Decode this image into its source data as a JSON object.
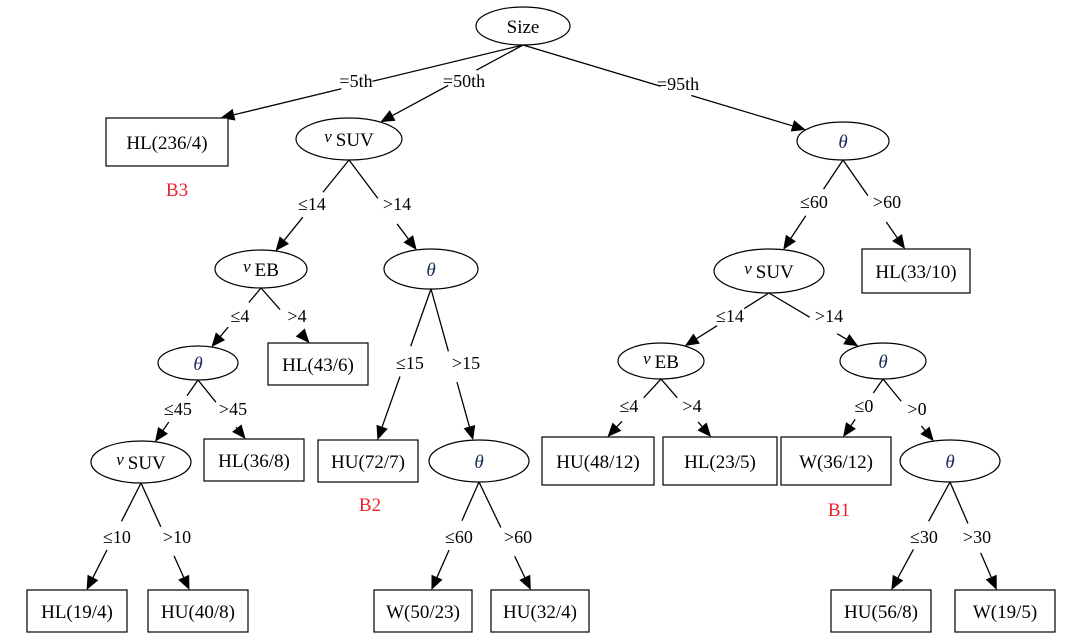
{
  "title": "Decision tree",
  "colors": {
    "annotation": "#e8262b",
    "line": "#000000"
  },
  "nodes": [
    {
      "id": "root",
      "type": "decision",
      "label": "Size"
    },
    {
      "id": "n5",
      "type": "leaf",
      "label": "HL(236/4)"
    },
    {
      "id": "n50",
      "type": "decision",
      "prefix": "v",
      "label": "SUV"
    },
    {
      "id": "n95",
      "type": "decision",
      "label": "θ",
      "italic": true
    },
    {
      "id": "a1",
      "type": "decision",
      "prefix": "v",
      "label": "EB"
    },
    {
      "id": "a2",
      "type": "decision",
      "label": "θ",
      "italic": true
    },
    {
      "id": "a1a",
      "type": "decision",
      "label": "θ",
      "italic": true
    },
    {
      "id": "a1b",
      "type": "leaf",
      "label": "HL(43/6)"
    },
    {
      "id": "a1aa",
      "type": "decision",
      "prefix": "v",
      "label": "SUV"
    },
    {
      "id": "a1ab",
      "type": "leaf",
      "label": "HL(36/8)"
    },
    {
      "id": "a1aaa",
      "type": "leaf",
      "label": "HL(19/4)"
    },
    {
      "id": "a1aab",
      "type": "leaf",
      "label": "HU(40/8)"
    },
    {
      "id": "a2a",
      "type": "leaf",
      "label": "HU(72/7)"
    },
    {
      "id": "a2b",
      "type": "decision",
      "label": "θ",
      "italic": true
    },
    {
      "id": "a2ba",
      "type": "leaf",
      "label": "W(50/23)"
    },
    {
      "id": "a2bb",
      "type": "leaf",
      "label": "HU(32/4)"
    },
    {
      "id": "b1",
      "type": "decision",
      "prefix": "v",
      "label": "SUV"
    },
    {
      "id": "b2",
      "type": "leaf",
      "label": "HL(33/10)"
    },
    {
      "id": "b1a",
      "type": "decision",
      "prefix": "v",
      "label": "EB"
    },
    {
      "id": "b1b",
      "type": "decision",
      "label": "θ",
      "italic": true
    },
    {
      "id": "b1aa",
      "type": "leaf",
      "label": "HU(48/12)"
    },
    {
      "id": "b1ab",
      "type": "leaf",
      "label": "HL(23/5)"
    },
    {
      "id": "b1ba",
      "type": "leaf",
      "label": "W(36/12)"
    },
    {
      "id": "b1bb",
      "type": "decision",
      "label": "θ",
      "italic": true
    },
    {
      "id": "b1bba",
      "type": "leaf",
      "label": "HU(56/8)"
    },
    {
      "id": "b1bbb",
      "type": "leaf",
      "label": "W(19/5)"
    }
  ],
  "edges": [
    {
      "from": "root",
      "to": "n5",
      "label": "=5th"
    },
    {
      "from": "root",
      "to": "n50",
      "label": "=50th"
    },
    {
      "from": "root",
      "to": "n95",
      "label": "=95th"
    },
    {
      "from": "n50",
      "to": "a1",
      "label": "≤14"
    },
    {
      "from": "n50",
      "to": "a2",
      "label": ">14"
    },
    {
      "from": "a1",
      "to": "a1a",
      "label": "≤4"
    },
    {
      "from": "a1",
      "to": "a1b",
      "label": ">4"
    },
    {
      "from": "a1a",
      "to": "a1aa",
      "label": "≤45"
    },
    {
      "from": "a1a",
      "to": "a1ab",
      "label": ">45"
    },
    {
      "from": "a1aa",
      "to": "a1aaa",
      "label": "≤10"
    },
    {
      "from": "a1aa",
      "to": "a1aab",
      "label": ">10"
    },
    {
      "from": "a2",
      "to": "a2a",
      "label": "≤15"
    },
    {
      "from": "a2",
      "to": "a2b",
      "label": ">15"
    },
    {
      "from": "a2b",
      "to": "a2ba",
      "label": "≤60"
    },
    {
      "from": "a2b",
      "to": "a2bb",
      "label": ">60"
    },
    {
      "from": "n95",
      "to": "b1",
      "label": "≤60"
    },
    {
      "from": "n95",
      "to": "b2",
      "label": ">60"
    },
    {
      "from": "b1",
      "to": "b1a",
      "label": "≤14"
    },
    {
      "from": "b1",
      "to": "b1b",
      "label": ">14"
    },
    {
      "from": "b1a",
      "to": "b1aa",
      "label": "≤4"
    },
    {
      "from": "b1a",
      "to": "b1ab",
      "label": ">4"
    },
    {
      "from": "b1b",
      "to": "b1ba",
      "label": "≤0"
    },
    {
      "from": "b1b",
      "to": "b1bb",
      "label": ">0"
    },
    {
      "from": "b1bb",
      "to": "b1bba",
      "label": "≤30"
    },
    {
      "from": "b1bb",
      "to": "b1bbb",
      "label": ">30"
    }
  ],
  "annotations": [
    {
      "id": "B3",
      "label": "B3",
      "near": "n5"
    },
    {
      "id": "B2",
      "label": "B2",
      "near": "a2a"
    },
    {
      "id": "B1",
      "label": "B1",
      "near": "b1ba"
    }
  ]
}
